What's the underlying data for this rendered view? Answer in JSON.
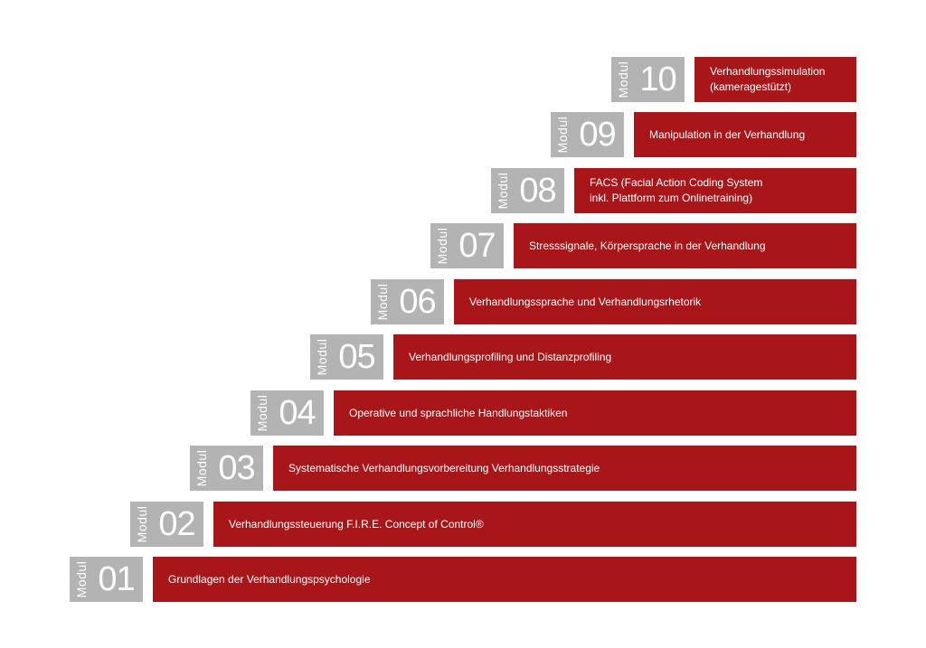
{
  "modul_label": "Modul",
  "colors": {
    "gray": "#b3b3b3",
    "red": "#a8161a"
  },
  "modules": [
    {
      "number": "01",
      "title": "Grundlagen der Verhandlungspsychologie"
    },
    {
      "number": "02",
      "title": "Verhandlungssteuerung F.I.R.E. Concept of Control®"
    },
    {
      "number": "03",
      "title": "Systematische Verhandlungsvorbereitung Verhandlungsstrategie"
    },
    {
      "number": "04",
      "title": "Operative und sprachliche Handlungstaktiken"
    },
    {
      "number": "05",
      "title": "Verhandlungsprofiling und Distanzprofiling"
    },
    {
      "number": "06",
      "title": "Verhandlungssprache und Verhandlungsrhetorik"
    },
    {
      "number": "07",
      "title": "Stresssignale, Körpersprache in der Verhandlung"
    },
    {
      "number": "08",
      "title": "FACS (Facial Action Coding System\ninkl. Plattform zum Onlinetraining)"
    },
    {
      "number": "09",
      "title": "Manipulation in der Verhandlung"
    },
    {
      "number": "10",
      "title": "Verhandlungssimulation\n(kameragestützt)"
    }
  ]
}
